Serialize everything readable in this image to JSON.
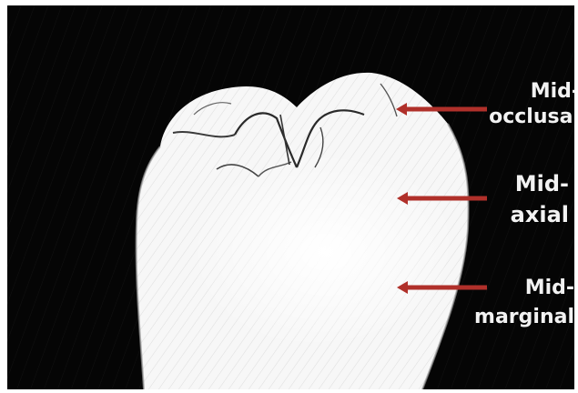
{
  "labels": [
    {
      "line1": "Mid-",
      "line2": "occlusal"
    },
    {
      "line1": "Mid-",
      "line2": "axial"
    },
    {
      "line1": "Mid-",
      "line2": "marginal"
    }
  ],
  "colors": {
    "background": "#050505",
    "tooth": "#ffffff",
    "arrow": "#b0302a",
    "label_text": "#f2f2f2"
  },
  "icons": [
    "tooth-illustration",
    "arrow-left-icon"
  ]
}
